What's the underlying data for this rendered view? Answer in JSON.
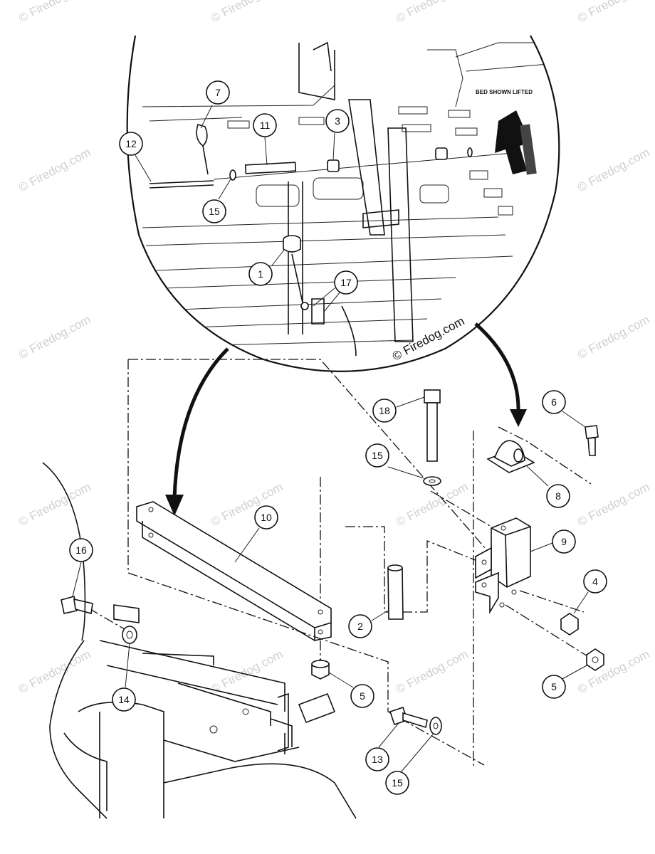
{
  "watermark": "© Firedog.com",
  "inset_note": "BED SHOWN LIFTED",
  "inset_copyright": "© Firedog.com",
  "callouts": [
    {
      "label": "7"
    },
    {
      "label": "11"
    },
    {
      "label": "3"
    },
    {
      "label": "12"
    },
    {
      "label": "15"
    },
    {
      "label": "1"
    },
    {
      "label": "17"
    },
    {
      "label": "18"
    },
    {
      "label": "6"
    },
    {
      "label": "15"
    },
    {
      "label": "8"
    },
    {
      "label": "10"
    },
    {
      "label": "9"
    },
    {
      "label": "16"
    },
    {
      "label": "4"
    },
    {
      "label": "2"
    },
    {
      "label": "14"
    },
    {
      "label": "5"
    },
    {
      "label": "5"
    },
    {
      "label": "13"
    },
    {
      "label": "15"
    }
  ]
}
